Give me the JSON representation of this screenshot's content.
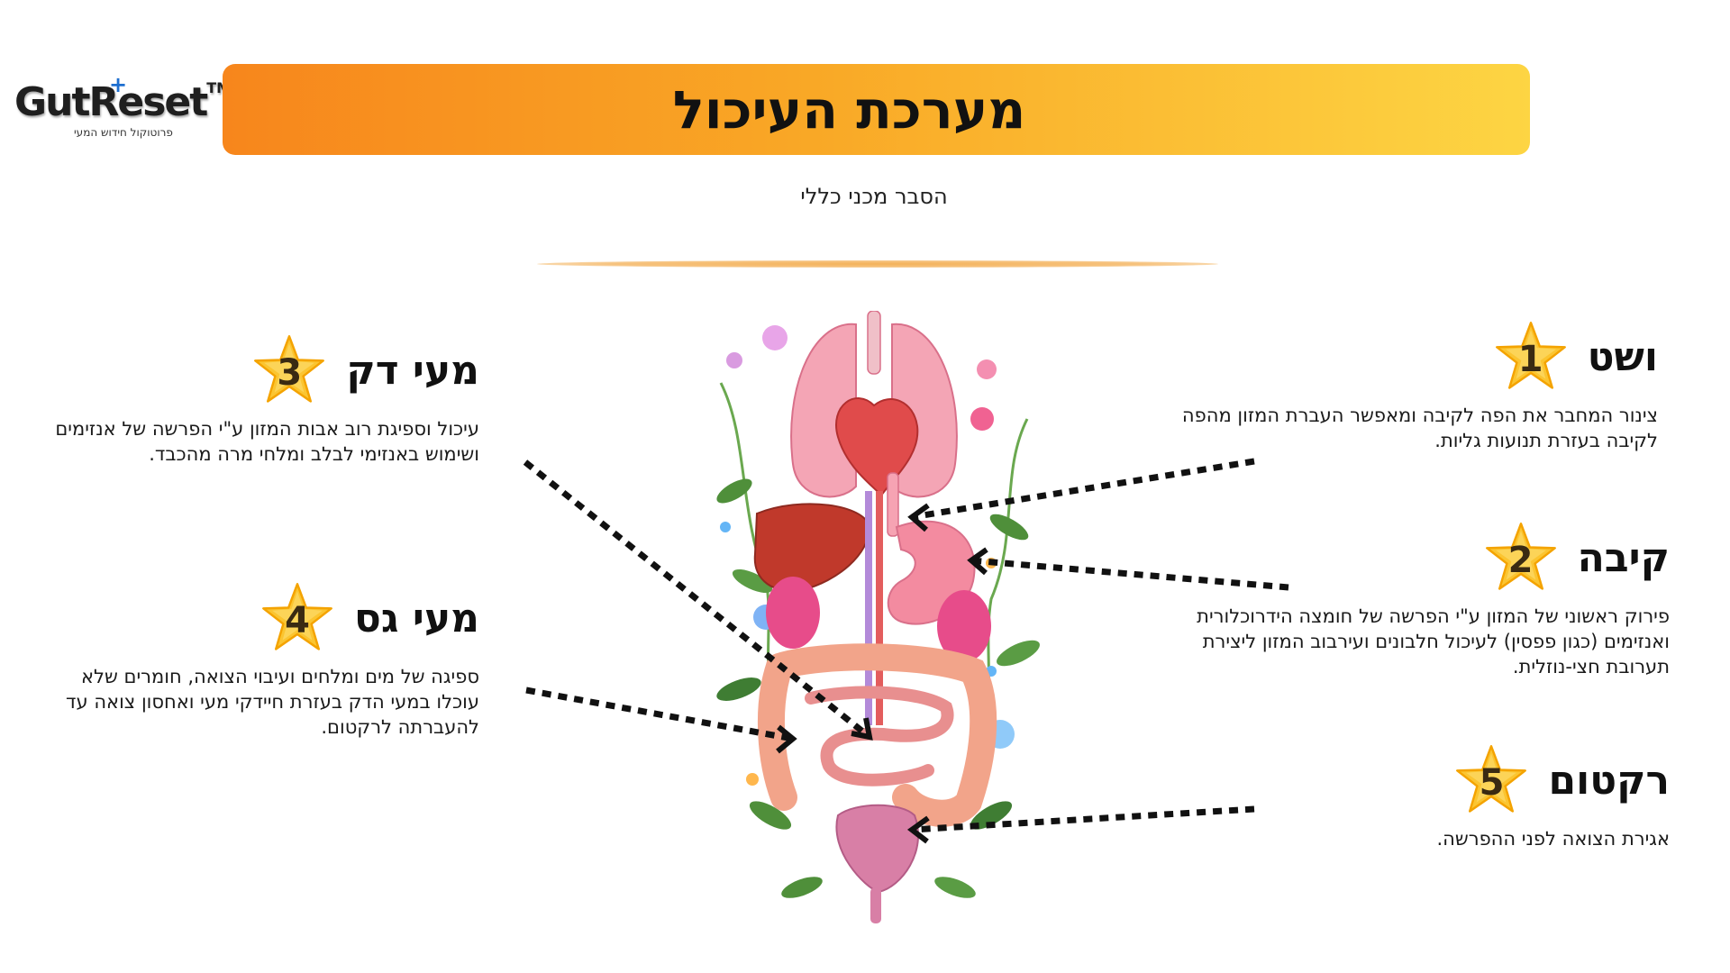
{
  "logo": {
    "brand_name": "GutReset",
    "trademark": "TM",
    "tagline": "פרוטוקול חידוש המעי"
  },
  "header": {
    "title": "מערכת העיכול",
    "subtitle": "הסבר מכני כללי"
  },
  "sections": [
    {
      "number": "1",
      "title": "ושט",
      "text": "צינור המחבר את הפה לקיבה ומאפשר העברת המזון מהפה לקיבה בעזרת תנועות גליות."
    },
    {
      "number": "2",
      "title": "קיבה",
      "text": "פירוק ראשוני של המזון ע\"י הפרשה של חומצה הידרוכלורית ואנזימים (כגון פפסין) לעיכול חלבונים ועירבוב המזון ליצירת תערובת חצי-נוזלית."
    },
    {
      "number": "3",
      "title": "מעי דק",
      "text": "עיכול וספיגת רוב אבות המזון ע\"י הפרשה של אנזימים ושימוש באנזימי לבלב ומלחי מרה מהכבד."
    },
    {
      "number": "4",
      "title": "מעי גס",
      "text": "ספיגה של מים ומלחים ועיבוי הצואה, חומרים שלא עוכלו במעי הדק בעזרת חיידקי מעי ואחסון צואה עד להעברתה לרקטום."
    },
    {
      "number": "5",
      "title": "רקטום",
      "text": "אגירת הצואה לפני ההפרשה."
    }
  ],
  "colors": {
    "banner_start": "#f7861c",
    "banner_end": "#fdd543",
    "star_fill": "#fbc531",
    "arrow": "#111111"
  }
}
